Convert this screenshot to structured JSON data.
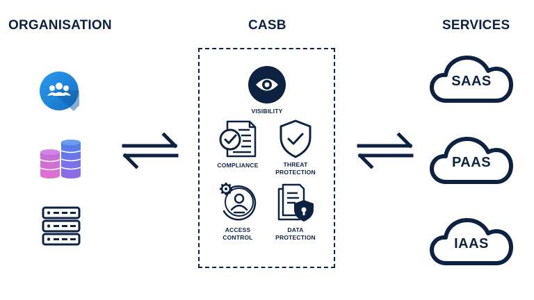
{
  "headings": {
    "organisation": "ORGANISATION",
    "casb": "CASB",
    "services": "SERVICES"
  },
  "casb_features": {
    "visibility": "VISIBILITY",
    "compliance": "COMPLIANCE",
    "threat_protection": [
      "THREAT",
      "PROTECTION"
    ],
    "access_control": [
      "ACCESS",
      "CONTROL"
    ],
    "data_protection": [
      "DATA",
      "PROTECTION"
    ]
  },
  "services": [
    "SAAS",
    "PAAS",
    "IAAS"
  ],
  "icons": {
    "organisation": [
      "users-icon",
      "database-icon",
      "server-icon"
    ],
    "features": [
      "eye-icon",
      "document-check-icon",
      "shield-check-icon",
      "user-gear-icon",
      "document-lock-icon"
    ],
    "arrows": "bidirectional-arrows-icon",
    "service_shape": "cloud-icon"
  },
  "colors": {
    "navy": "#0d2240",
    "users_circle": "#1f86d6",
    "db_gradient_top": "#4e7fe8",
    "db_gradient_bottom": "#e070cf"
  }
}
